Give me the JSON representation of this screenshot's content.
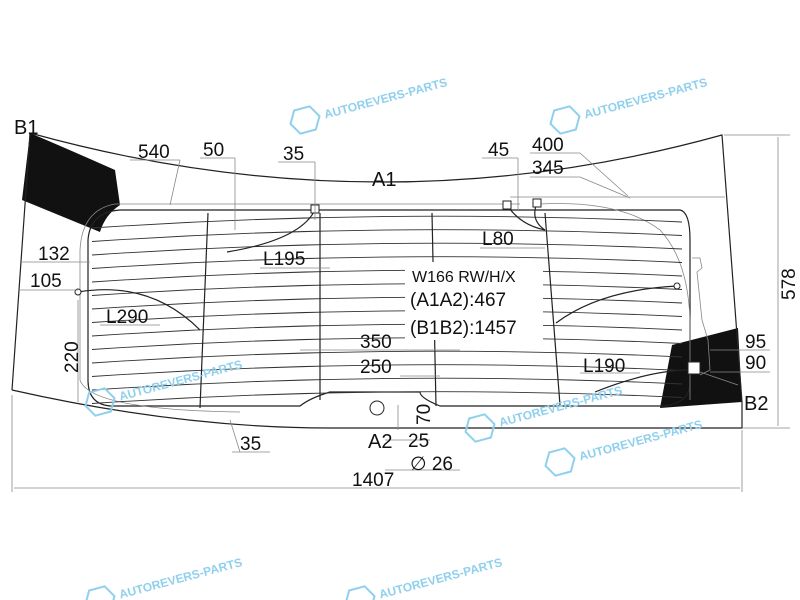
{
  "drawing": {
    "model_label": "W166 RW/H/X",
    "a1a2_label": "(A1A2):467",
    "b1b2_label": "(B1B2):1457",
    "points": {
      "b1": "B1",
      "b2": "B2",
      "a1": "A1",
      "a2": "A2"
    },
    "dimensions": {
      "d540": "540",
      "d50": "50",
      "d35_top": "35",
      "d45": "45",
      "d400": "400",
      "d345": "345",
      "d132": "132",
      "d105": "105",
      "d220": "220",
      "d35_bottom": "35",
      "d350": "350",
      "d250": "250",
      "d70": "70",
      "d25": "25",
      "d26": "∅ 26",
      "d1407": "1407",
      "d578": "578",
      "d95": "95",
      "d90": "90"
    },
    "wires": {
      "l195": "L195",
      "l80": "L80",
      "l290": "L290",
      "l190": "L190"
    }
  },
  "watermark": {
    "text": "AUTOREVERS-PARTS",
    "logo": "AR",
    "color": "#8fd0ee"
  }
}
